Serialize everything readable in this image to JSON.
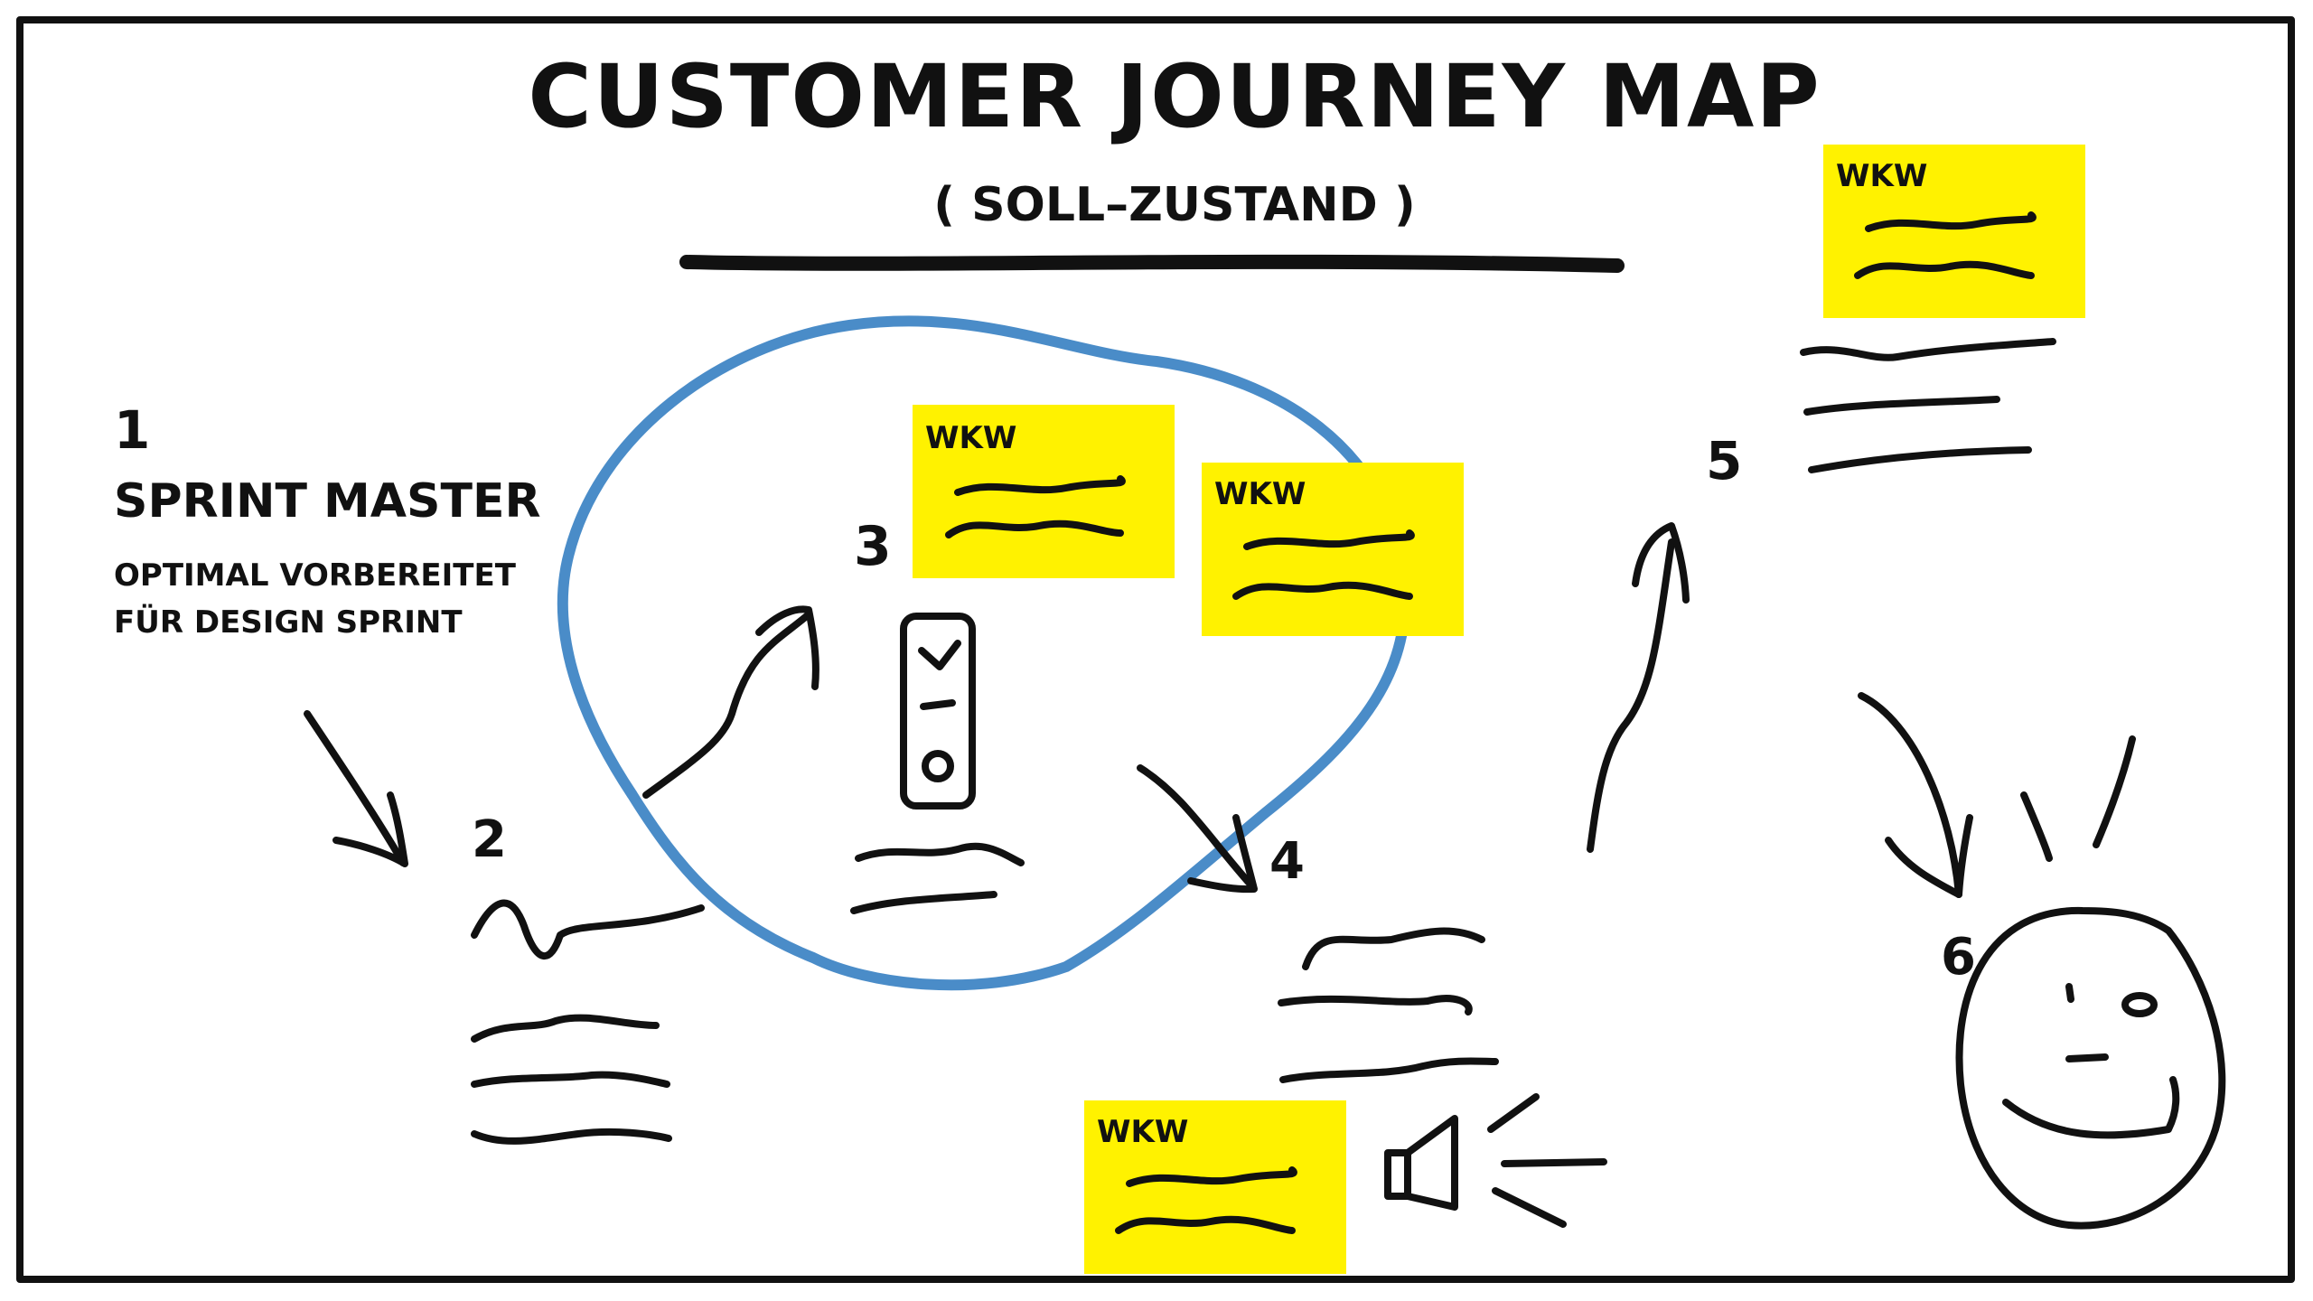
{
  "title": "CUSTOMER JOURNEY MAP",
  "subtitle": "( SOLL–ZUSTAND )",
  "colors": {
    "ink": "#111111",
    "sticky": "#FFF200",
    "circle": "#4A8CC8",
    "background": "#FFFFFF"
  },
  "steps": {
    "s1": {
      "number": "1",
      "title": "SPRINT MASTER",
      "desc_line1": "OPTIMAL VORBEREITET",
      "desc_line2": "FÜR DESIGN SPRINT"
    },
    "s2": {
      "number": "2"
    },
    "s3": {
      "number": "3"
    },
    "s4": {
      "number": "4"
    },
    "s5": {
      "number": "5"
    },
    "s6": {
      "number": "6"
    }
  },
  "sticky_label": "WKW",
  "icons": {
    "phone": "phone-icon",
    "megaphone": "megaphone-icon",
    "smiley": "smiley-face-icon"
  }
}
